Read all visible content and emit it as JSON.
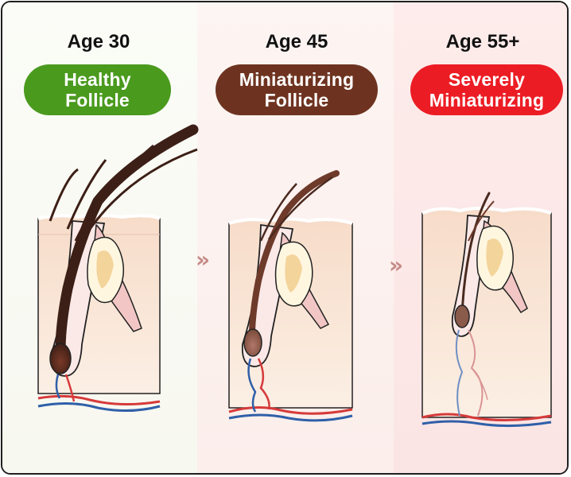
{
  "stages": [
    {
      "age": "Age 30",
      "label": "Healthy\nFollicle",
      "color": "#4a9a1e"
    },
    {
      "age": "Age 45",
      "label": "Miniaturizing\nFollicle",
      "color": "#6e3320"
    },
    {
      "age": "Age 55+",
      "label": "Severely\nMiniaturizing",
      "color": "#ec1c24"
    }
  ],
  "arrow_glyph": "»",
  "colors": {
    "skin_top": "#f7dcc9",
    "skin_bottom": "#fbefe4",
    "hair_healthy": "#4a2a1f",
    "hair_mid": "#7a4a3a",
    "follicle_pink": "#e8a6a8",
    "gland": "#f6d9a6",
    "artery": "#d63a3a",
    "vein": "#2f5fa8",
    "arrow": "#c48a85"
  }
}
